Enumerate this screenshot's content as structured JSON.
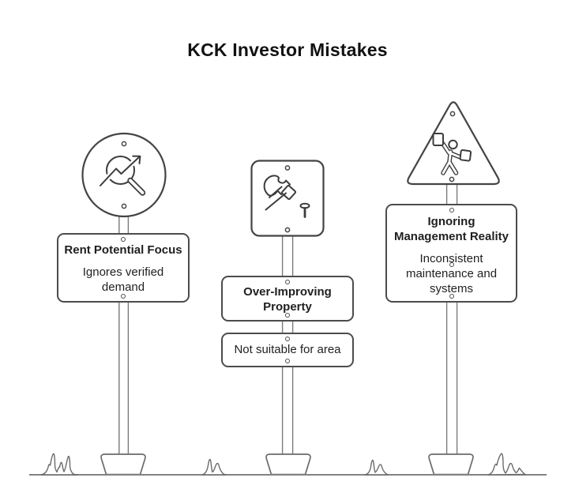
{
  "title": "KCK Investor Mistakes",
  "colors": {
    "background": "#ffffff",
    "sign_border": "#4c4c4c",
    "icon_line": "#3d3d3d",
    "text": "#1f1f1f",
    "pole": "#7a7a7a",
    "base": "#6b6b6b",
    "ground": "#828282"
  },
  "signposts": [
    {
      "id": "left",
      "shape_sign": "circle",
      "icon": "magnifier-trend-arrow-icon",
      "panels": [
        {
          "title_lines": [
            "Rent Potential Focus"
          ],
          "body_lines": [
            "Ignores verified",
            "demand"
          ]
        }
      ]
    },
    {
      "id": "middle",
      "shape_sign": "rounded-square",
      "icon": "hammer-and-nail-icon",
      "panels": [
        {
          "title_lines": [
            "Over-Improving",
            "Property"
          ],
          "body_lines": []
        },
        {
          "title_lines": [],
          "body_lines": [
            "Not suitable for area"
          ]
        }
      ]
    },
    {
      "id": "right",
      "shape_sign": "warning-triangle",
      "icon": "person-juggling-boxes-icon",
      "panels": [
        {
          "title_lines": [
            "Ignoring",
            "Management Reality"
          ],
          "body_lines": [
            "Inconsistent",
            "maintenance and",
            "systems"
          ]
        }
      ]
    }
  ]
}
